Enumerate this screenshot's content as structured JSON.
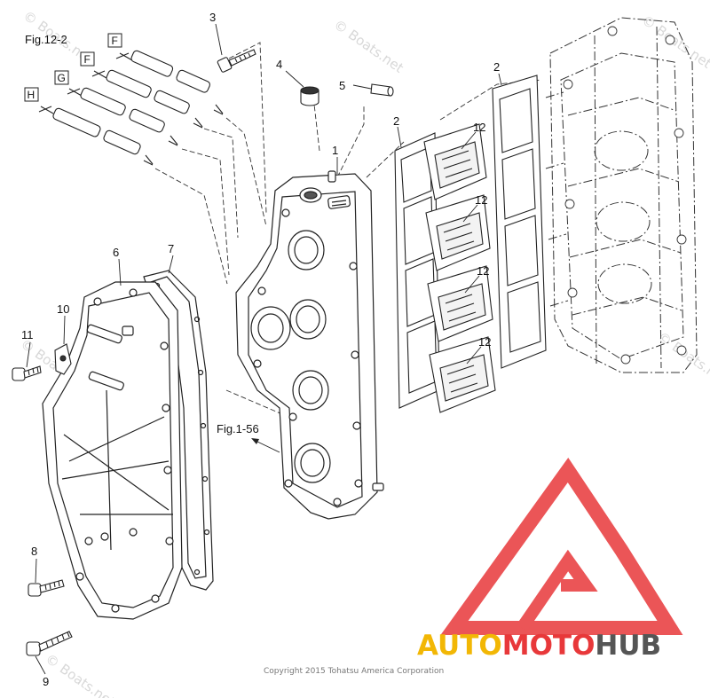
{
  "figure_refs": {
    "fig_12_2": "Fig.12-2",
    "fig_1_56": "Fig.1-56"
  },
  "connector_boxes": [
    "F",
    "F",
    "G",
    "H"
  ],
  "callouts": {
    "c1": "1",
    "c2a": "2",
    "c2b": "2",
    "c3": "3",
    "c4": "4",
    "c5": "5",
    "c6": "6",
    "c7": "7",
    "c8": "8",
    "c9": "9",
    "c10": "10",
    "c11": "11",
    "c12a": "12",
    "c12b": "12",
    "c12c": "12",
    "c12d": "12"
  },
  "watermarks": [
    "© Boats.net",
    "© Boats.net",
    "© Boats.net",
    "© Boats.net",
    "© Boats.net",
    "© Boats.net"
  ],
  "copyright": "Copyright 2015 Tohatsu America Corporation",
  "brand": {
    "part1": "AUTO",
    "part2": "MOTO",
    "part3": "HUB",
    "color_yellow": "#f2b705",
    "color_red": "#e8383a",
    "color_gray": "#555555"
  },
  "logo_color": "#e8383a"
}
